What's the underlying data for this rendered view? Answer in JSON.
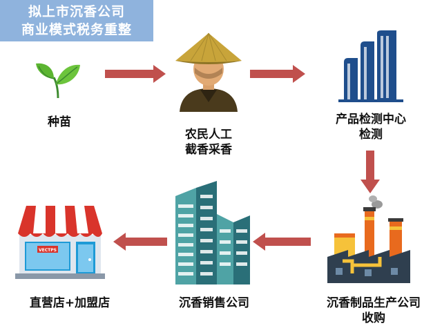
{
  "title": {
    "line1": "拟上市沉香公司",
    "line2": "商业模式税务重整"
  },
  "nodes": {
    "seedling": {
      "label": "种苗"
    },
    "farmer": {
      "line1": "农民人工",
      "line2": "截香采香"
    },
    "testing": {
      "line1": "产品检测中心",
      "line2": "检测"
    },
    "factory": {
      "line1": "沉香制品生产公司",
      "line2": "收购"
    },
    "sales": {
      "label": "沉香销售公司"
    },
    "store": {
      "label": "直营店+加盟店",
      "sign": "VECTPS"
    }
  },
  "colors": {
    "arrow": "#c0504d",
    "title_bg": "#8fb3dd",
    "building_blue": "#1f4e8c",
    "teal": "#4fa3a5"
  }
}
